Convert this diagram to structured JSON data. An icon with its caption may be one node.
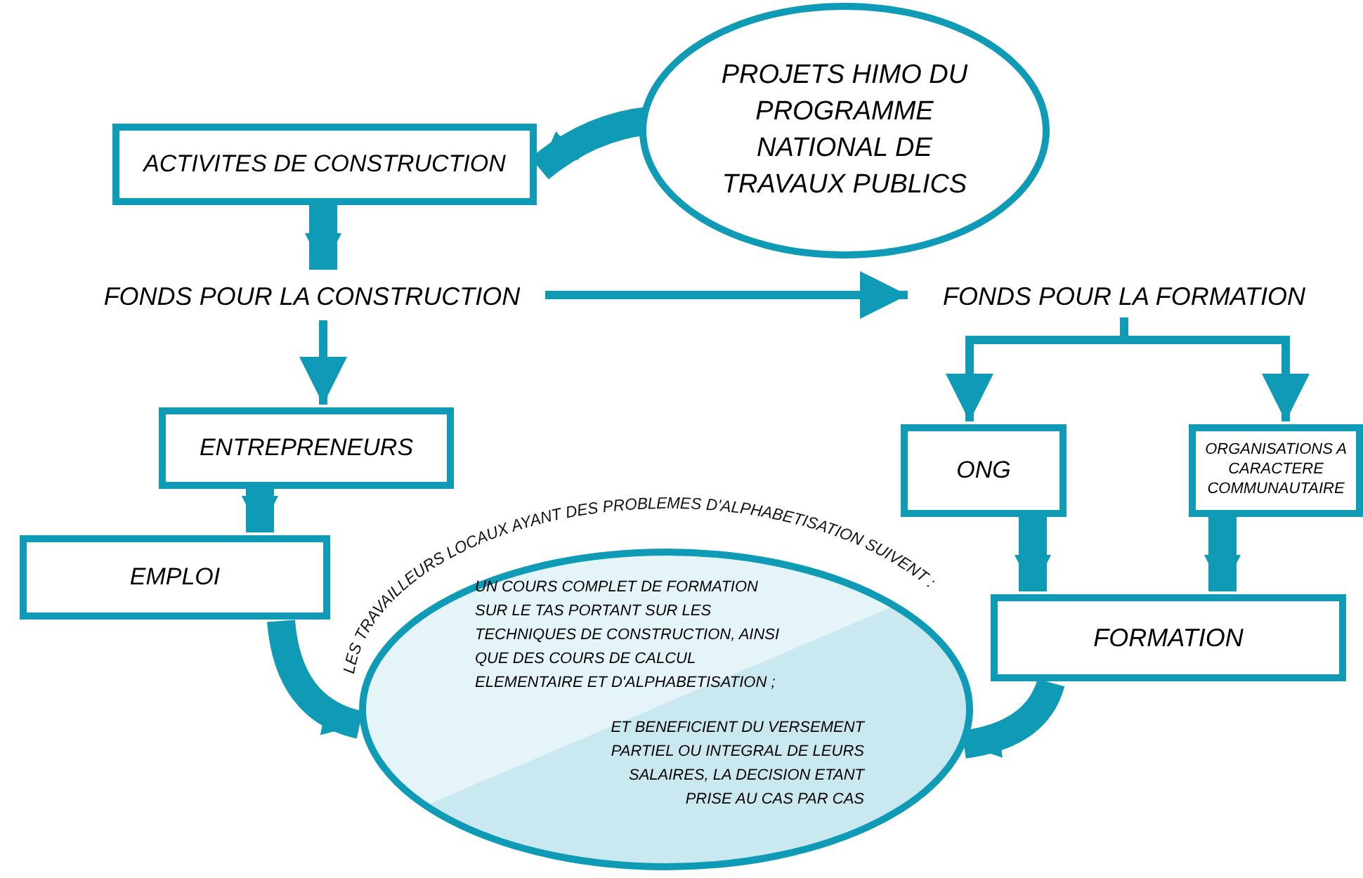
{
  "diagram": {
    "nodes": [
      {
        "text": [
          "PROJETS HIMO DU PROGRAMME NATIONAL DE TRAVAUX PUBLICS"
        ]
      },
      {
        "text": [
          "ACTIVITES DE CONSTRUCTION"
        ]
      },
      {
        "text": [
          "FONDS POUR LA CONSTRUCTION"
        ]
      },
      {
        "text": [
          "FONDS POUR LA FORMATION"
        ]
      },
      {
        "text": [
          "ENTREPRENEURS"
        ]
      },
      {
        "text": [
          "ONG"
        ]
      },
      {
        "text": [
          "ORGANISATIONS A CARACTERE COMMUNAUTAIRE"
        ]
      },
      {
        "text": [
          "EMPLOI"
        ]
      },
      {
        "text": [
          "FORMATION"
        ]
      },
      {
        "text": [
          "LES TRAVAILLEURS LOCAUX AYANT DES PROBLEMES D'ALPHABETISATION SUIVENT :",
          "UN COURS COMPLET DE FORMATION SUR LE TAS PORTANT SUR LES TECHNIQUES DE CONSTRUCTION, AINSI QUE DES COURS DE CALCUL ELEMENTAIRE ET D'ALPHABETISATION ;",
          "ET BENEFICIENT DU VERSEMENT PARTIEL OU INTEGRAL DE LEURS SALAIRES, LA DECISION ETANT PRISE AU CAS PAR CAS"
        ]
      }
    ],
    "edges": [
      {
        "from": 0,
        "to": 1,
        "arrow": "to"
      },
      {
        "from": 1,
        "to": 2,
        "arrow": "to"
      },
      {
        "from": 2,
        "to": 3,
        "arrow": "to"
      },
      {
        "from": 2,
        "to": 4,
        "arrow": "to"
      },
      {
        "from": 3,
        "to": 5,
        "arrow": "to"
      },
      {
        "from": 3,
        "to": 6,
        "arrow": "to"
      },
      {
        "from": 4,
        "to": 7,
        "arrow": "to"
      },
      {
        "from": 5,
        "to": 8,
        "arrow": "to"
      },
      {
        "from": 6,
        "to": 8,
        "arrow": "to"
      },
      {
        "from": 7,
        "to": 9,
        "arrow": "to"
      },
      {
        "from": 8,
        "to": 9,
        "arrow": "to"
      }
    ]
  }
}
